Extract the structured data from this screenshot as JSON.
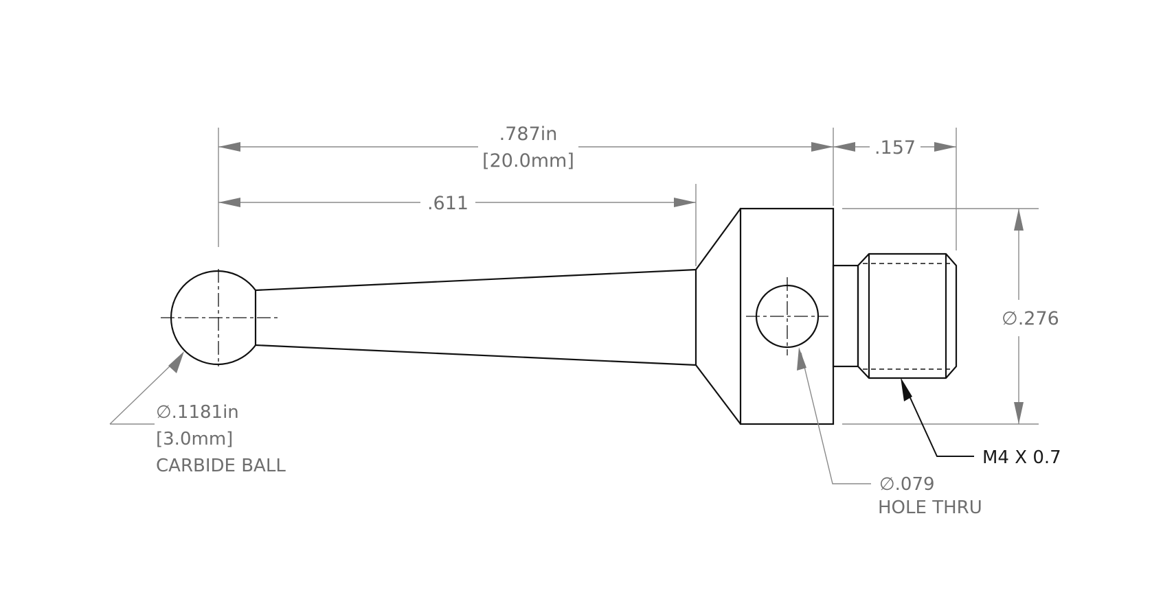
{
  "dimensions": {
    "overall_length_in": ".787in",
    "overall_length_mm": "[20.0mm]",
    "thread_length": ".157",
    "taper_length": ".611",
    "body_diameter": "∅.276"
  },
  "notes": {
    "ball_diameter_in": "∅.1181in",
    "ball_diameter_mm": "[3.0mm]",
    "ball_material": "CARBIDE BALL",
    "hole_diameter": "∅.079",
    "hole_type": "HOLE THRU",
    "thread_spec": "M4 X 0.7"
  }
}
